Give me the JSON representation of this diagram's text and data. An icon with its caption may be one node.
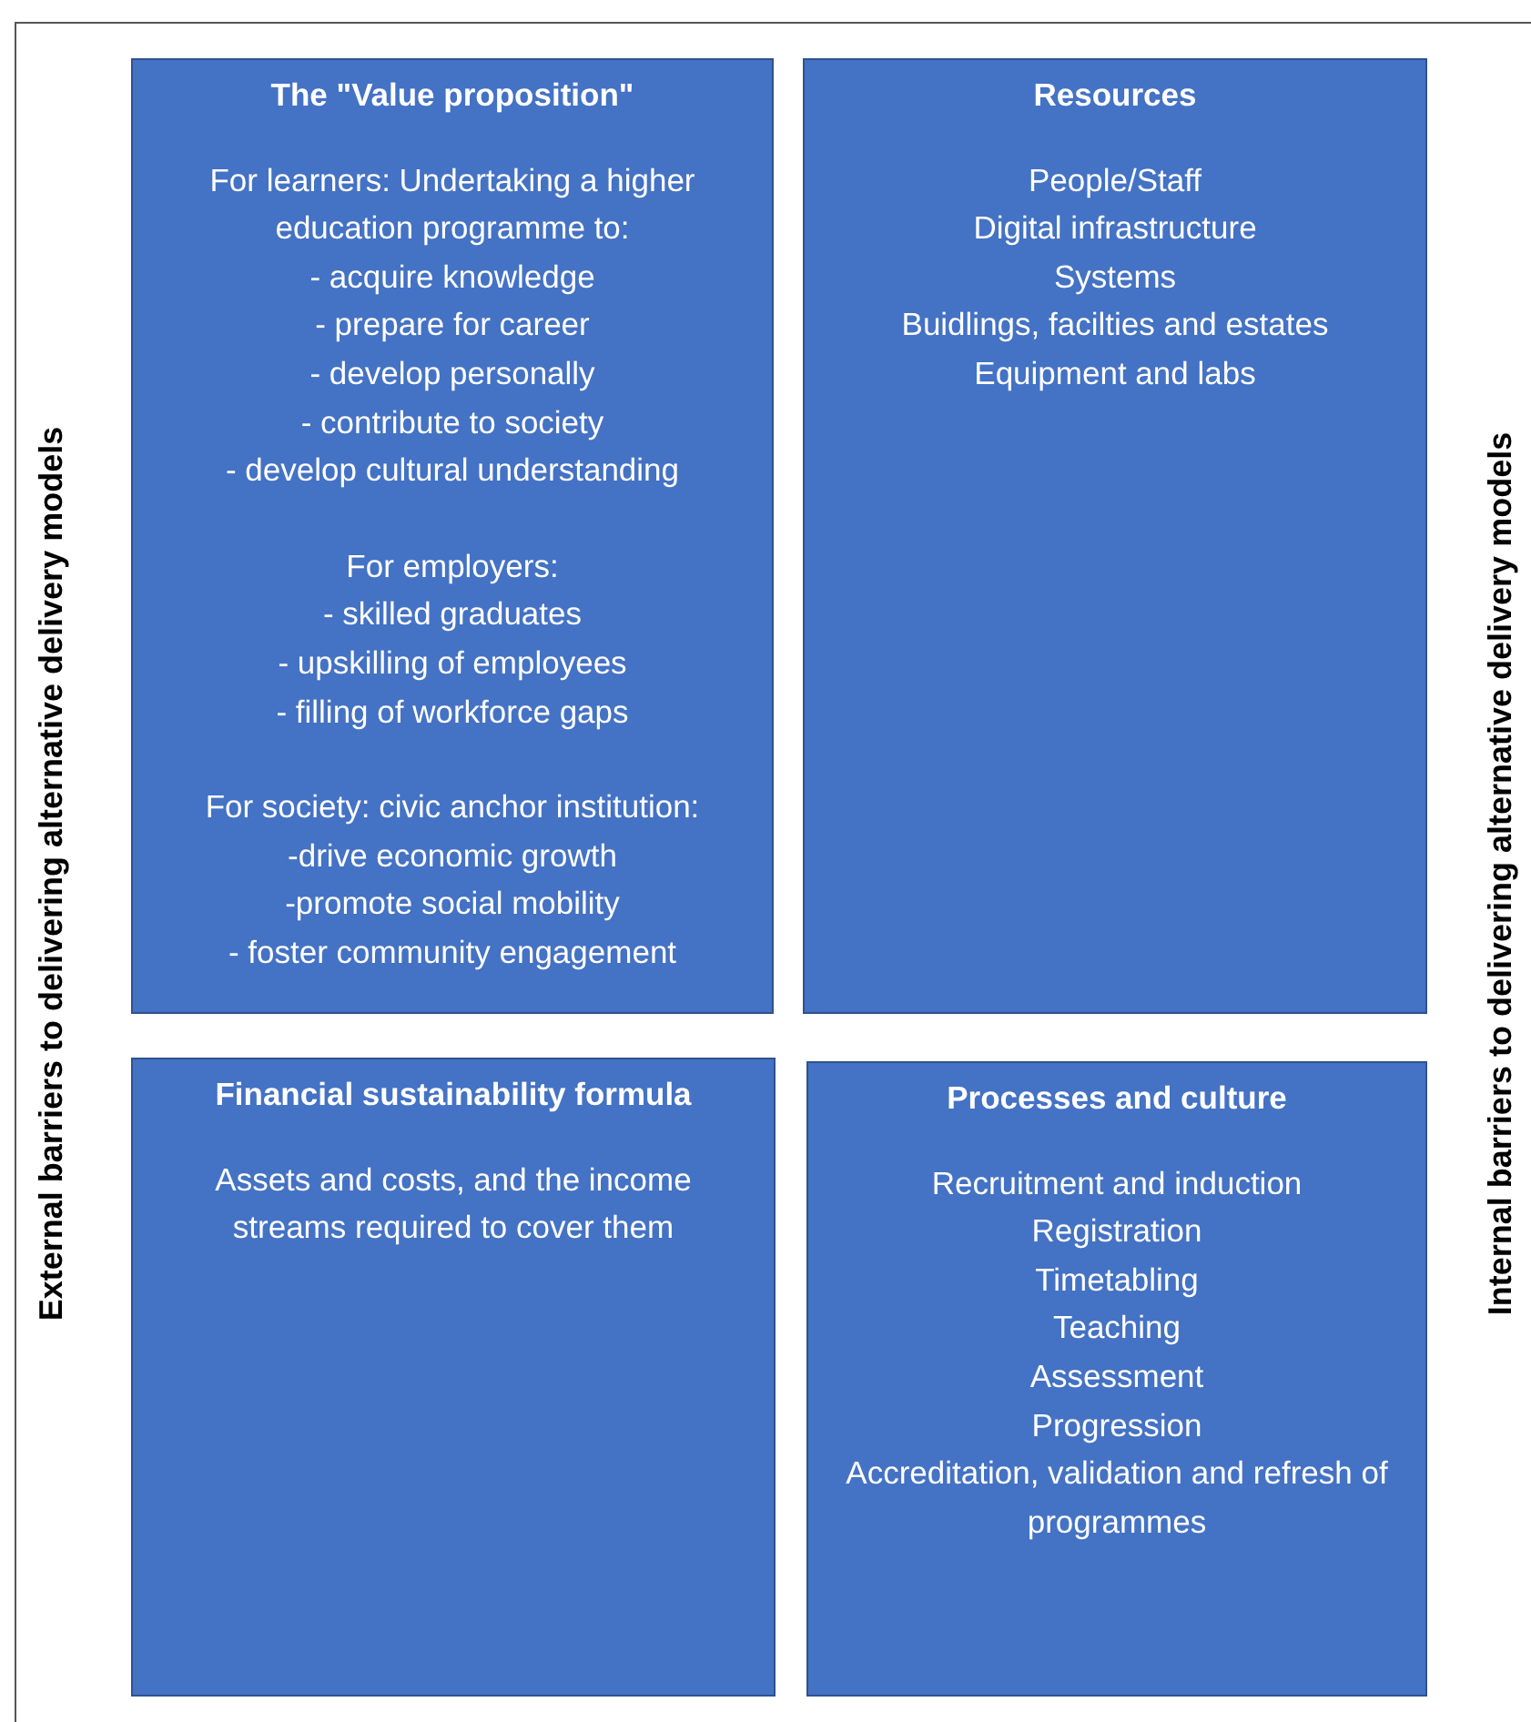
{
  "diagram": {
    "nodes": [
      {
        "text": [
          "The \"Value proposition\"",
          "For learners: Undertaking a higher education programme to:",
          "- acquire knowledge",
          "- prepare for career",
          "- develop personally",
          "- contribute to society",
          "- develop cultural understanding",
          "For employers:",
          "- skilled graduates",
          "- upskilling of employees",
          "- filling of workforce gaps",
          "For society: civic anchor institution:",
          "-drive economic growth",
          "-promote social mobility",
          "- foster community engagement"
        ]
      },
      {
        "text": [
          "Resources",
          "People/Staff",
          "Digital infrastructure",
          "Systems",
          "Buidlings, facilties and estates",
          "Equipment and labs"
        ]
      },
      {
        "text": [
          "Financial sustainability formula",
          "Assets and costs, and the income streams required to cover them"
        ]
      },
      {
        "text": [
          "Processes and culture",
          "Recruitment and induction",
          "Registration",
          "Timetabling",
          "Teaching",
          "Assessment",
          "Progression",
          "Accreditation, validation and refresh of programmes"
        ]
      }
    ],
    "edges": [],
    "labels": [
      "External barriers to delivering alternative delivery models",
      "Internal barriers to delivering alternative delivery models"
    ]
  }
}
